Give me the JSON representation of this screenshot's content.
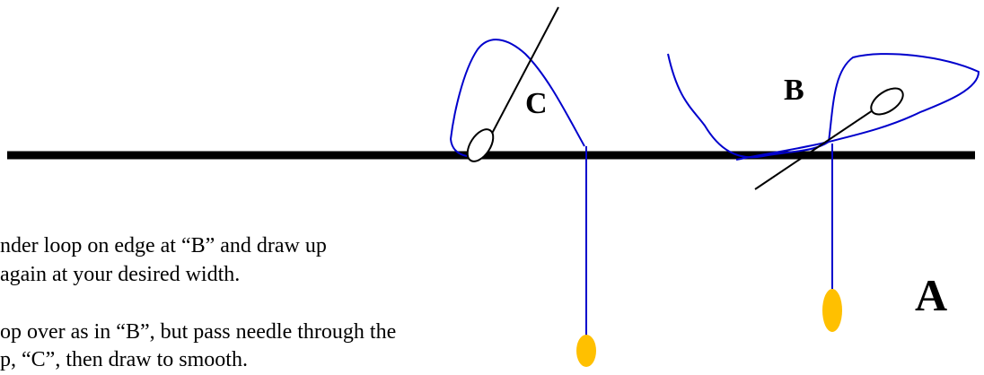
{
  "colors": {
    "line": "#000000",
    "thread": "#0000cc",
    "needle_end": "#ffc000",
    "background": "#ffffff"
  },
  "labels": {
    "c": "C",
    "b": "B",
    "a": "A"
  },
  "instructions": {
    "line1": "nder loop on edge at “B” and draw up",
    "line2": "again at your desired width.",
    "line3": "op over as in “B”, but pass needle through the",
    "line4": "p, “C”, then draw to smooth."
  }
}
